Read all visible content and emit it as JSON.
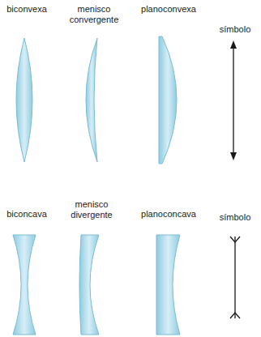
{
  "diagram": {
    "labels": [
      "biconvexa",
      "menisco convergente",
      "planoconvexa",
      "símbolo",
      "biconcava",
      "menisco divergente",
      "planoconcava",
      "símbolo"
    ]
  }
}
